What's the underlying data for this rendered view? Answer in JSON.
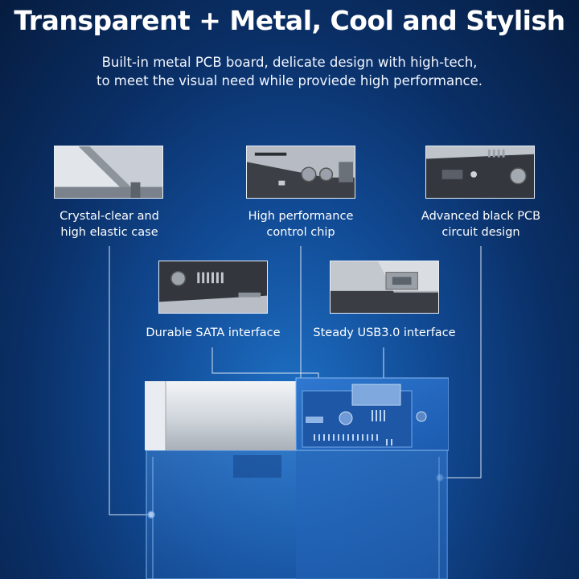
{
  "heading": {
    "title": "Transparent + Metal, Cool and Stylish",
    "subtitle_line1": "Built-in metal PCB board, delicate design with high-tech,",
    "subtitle_line2": "to meet the visual need while proviede high performance."
  },
  "features": {
    "case": {
      "line1": "Crystal-clear and",
      "line2": "high elastic case"
    },
    "chip": {
      "line1": "High performance",
      "line2": "control chip"
    },
    "pcb": {
      "line1": "Advanced black PCB",
      "line2": "circuit design"
    },
    "sata": {
      "line1": "Durable SATA interface"
    },
    "usb": {
      "line1": "Steady USB3.0 interface"
    }
  },
  "colors": {
    "accent_line": "#d8e4f4",
    "background_center": "#1e6fc4",
    "background_edge": "#061c3f"
  }
}
